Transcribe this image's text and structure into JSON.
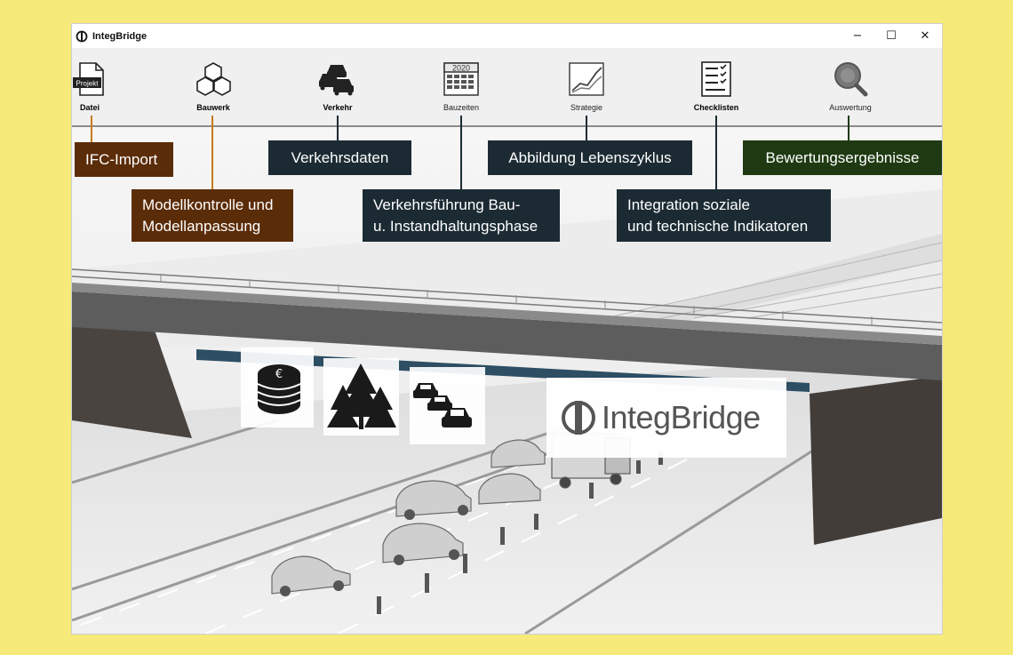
{
  "window": {
    "title": "IntegBridge",
    "controls": {
      "minimize": "−",
      "maximize": "☐",
      "close": "✕"
    }
  },
  "toolbar": {
    "items": [
      {
        "id": "datei",
        "label": "Datei",
        "icon": "project-file-icon",
        "icon_text": "Projekt",
        "bold": true
      },
      {
        "id": "bauwerk",
        "label": "Bauwerk",
        "icon": "hexagons-icon",
        "bold": true
      },
      {
        "id": "verkehr",
        "label": "Verkehr",
        "icon": "traffic-cars-icon",
        "bold": true
      },
      {
        "id": "bauzeiten",
        "label": "Bauzeiten",
        "icon": "calendar-icon",
        "icon_text": "2020",
        "bold": false
      },
      {
        "id": "strategie",
        "label": "Strategie",
        "icon": "strategy-chart-icon",
        "bold": false
      },
      {
        "id": "checklisten",
        "label": "Checklisten",
        "icon": "checklist-icon",
        "bold": true
      },
      {
        "id": "auswertung",
        "label": "Auswertung",
        "icon": "magnifier-icon",
        "bold": false
      }
    ]
  },
  "callouts": {
    "ifc_import": "IFC-Import",
    "modellkontrolle": [
      "Modellkontrolle und",
      "Modellanpassung"
    ],
    "verkehrsdaten": "Verkehrsdaten",
    "verkehrsfuehrung": [
      "Verkehrsführung Bau-",
      "u. Instandhaltungsphase"
    ],
    "lebenszyklus": "Abbildung Lebenszyklus",
    "integration": [
      "Integration soziale",
      "und technische Indikatoren"
    ],
    "bewertung": "Bewertungsergebnisse"
  },
  "banner": {
    "brand": "IntegBridge",
    "tiles": [
      "coins-euro-icon",
      "trees-icon",
      "traffic-jam-icon"
    ]
  },
  "colors": {
    "background": "#f5ea7a",
    "callout_brown": "#5b2c08",
    "callout_navy": "#1c2b33",
    "callout_green": "#1f3a12",
    "leader_brown": "#c47a1f",
    "leader_navy": "#1c2b33",
    "leader_green": "#1f3a12"
  }
}
